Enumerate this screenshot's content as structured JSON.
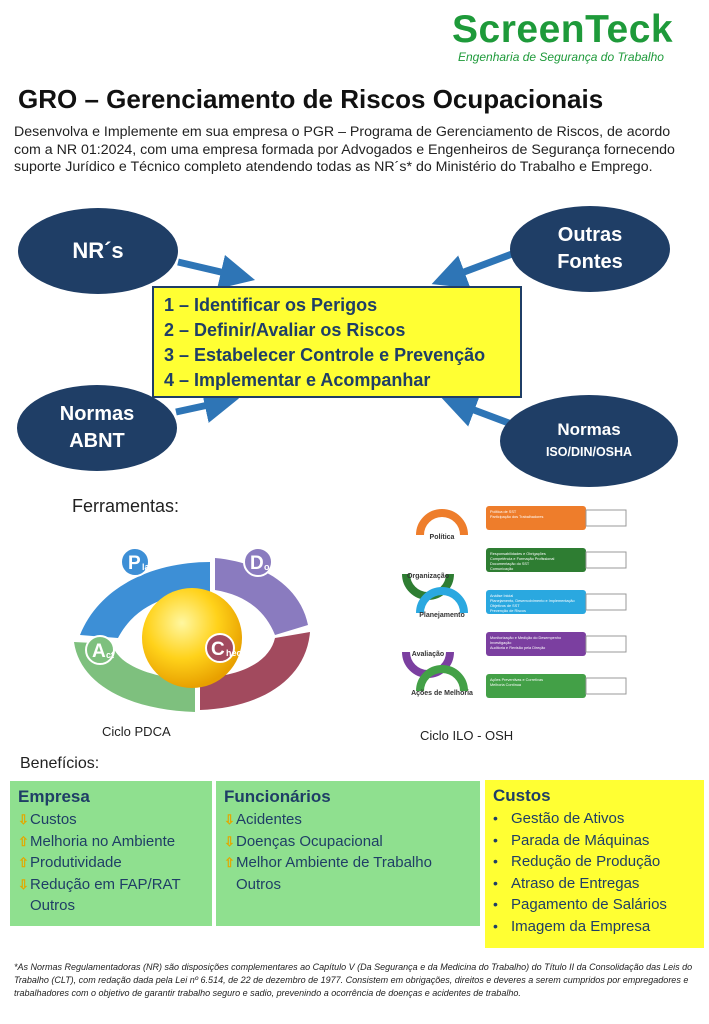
{
  "brand": {
    "name": "ScreenTeck",
    "tagline": "Engenharia de Segurança do Trabalho"
  },
  "title": "GRO – Gerenciamento de Riscos Ocupacionais",
  "intro": "Desenvolva e Implemente em sua empresa o PGR – Programa de Gerenciamento de Riscos, de acordo com a NR 01:2024, com uma empresa formada por Advogados e Engenheiros de Segurança fornecendo suporte Jurídico e Técnico completo atendendo todas as NR´s* do Ministério do Trabalho e Emprego.",
  "sources": {
    "nrs": "NR´s",
    "outras_line1": "Outras",
    "outras_line2": "Fontes",
    "abnt_line1": "Normas",
    "abnt_line2": "ABNT",
    "iso_line1": "Normas",
    "iso_line2": "ISO/DIN/OSHA"
  },
  "steps": [
    "1 – Identificar os Perigos",
    "2 – Definir/Avaliar os Riscos",
    "3 – Estabelecer Controle e Prevenção",
    "4 – Implementar e Acompanhar"
  ],
  "tools": {
    "label": "Ferramentas:",
    "pdca_caption": "Ciclo PDCA",
    "pdca_letters": {
      "plan_big": "P",
      "plan_small": "lan",
      "do_big": "D",
      "do_small": "o",
      "act_big": "A",
      "act_small": "ct",
      "check_big": "C",
      "check_small": "heck"
    },
    "ilo_caption": "Ciclo ILO - OSH",
    "ilo_stages": [
      "Política",
      "Organização",
      "Planejamento",
      "Avaliação",
      "Ações de Melhoria"
    ],
    "ilo_box_text": [
      [
        "Política de SST",
        "Participação dos Trabalhadores"
      ],
      [
        "Responsabilidades e Obrigações",
        "Competência e Formação Profissional",
        "Documentação do SST",
        "Comunicação"
      ],
      [
        "Análise Inicial",
        "Planejamento, Desenvolvimento e Implementação",
        "Objetivos de SST",
        "Prevenção de Riscos"
      ],
      [
        "Monitorização e Medição do Desempenho",
        "Investigação",
        "Auditoria e Revisão pela Direção"
      ],
      [
        "Ações Preventivas e Corretivas",
        "Melhoria Contínua"
      ]
    ],
    "ilo_colors": [
      "#ee7d2b",
      "#2e7d32",
      "#2aa8e0",
      "#7b3fa0",
      "#43a047"
    ]
  },
  "benefits": {
    "label": "Benefícios:",
    "empresa": {
      "title": "Empresa",
      "items": [
        {
          "dir": "down",
          "text": "Custos"
        },
        {
          "dir": "up",
          "text": "Melhoria no Ambiente"
        },
        {
          "dir": "up",
          "text": "Produtividade"
        },
        {
          "dir": "down",
          "text": "Redução em FAP/RAT"
        },
        {
          "dir": "none",
          "text": "Outros"
        }
      ]
    },
    "funcionarios": {
      "title": "Funcionários",
      "items": [
        {
          "dir": "down",
          "text": "Acidentes"
        },
        {
          "dir": "down",
          "text": "Doenças Ocupacional"
        },
        {
          "dir": "up",
          "text": "Melhor Ambiente de Trabalho"
        },
        {
          "dir": "none",
          "text": "Outros"
        }
      ]
    },
    "custos": {
      "title": "Custos",
      "items": [
        "Gestão de Ativos",
        "Parada de Máquinas",
        "Redução de Produção",
        "Atraso de Entregas",
        "Pagamento de Salários",
        "Imagem da Empresa"
      ]
    }
  },
  "footnote": "*As Normas Regulamentadoras (NR) são disposições complementares ao Capítulo V (Da Segurança e da Medicina do Trabalho) do Título II da Consolidação das Leis do Trabalho (CLT), com redação dada pela Lei nº 6.514, de 22 de dezembro de 1977. Consistem em obrigações, direitos e deveres a serem cumpridos por empregadores e trabalhadores com o objetivo de garantir trabalho seguro e sadio, prevenindo a ocorrência de doenças e acidentes de trabalho.",
  "colors": {
    "brand_green": "#1e9a3a",
    "navy": "#1f3e66",
    "steps_yellow": "#ffff33",
    "benefit_green": "#8fe08f",
    "arrow_blue": "#2e75b6"
  }
}
